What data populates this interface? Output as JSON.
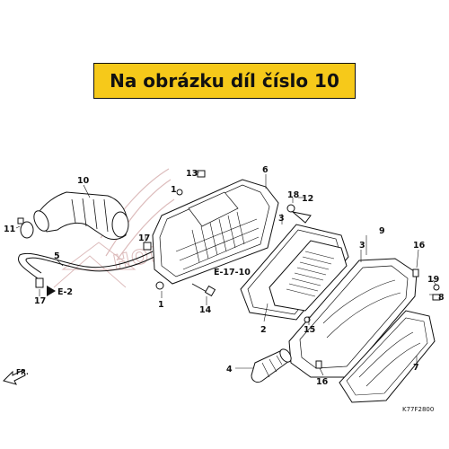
{
  "banner": {
    "text": "Na obrázku díl číslo 10"
  },
  "watermark": {
    "text": "HONDA",
    "color": "#c98e8e"
  },
  "colors": {
    "banner_bg": "#f6c91a",
    "ink": "#111111"
  },
  "refs": {
    "p1a": "1",
    "p1b": "1",
    "p2": "2",
    "p3a": "3",
    "p3b": "3",
    "p4": "4",
    "p5": "5",
    "p6": "6",
    "p7": "7",
    "p8": "8",
    "p9": "9",
    "p10": "10",
    "p11": "11",
    "p12": "12",
    "p13": "13",
    "p14": "14",
    "p15": "15",
    "p16a": "16",
    "p16b": "16",
    "p17a": "17",
    "p17b": "17",
    "p18": "18",
    "p19": "19",
    "e17": "E-17-10",
    "e2": "E-2",
    "fr": "FR.",
    "code": "K77F2800"
  }
}
